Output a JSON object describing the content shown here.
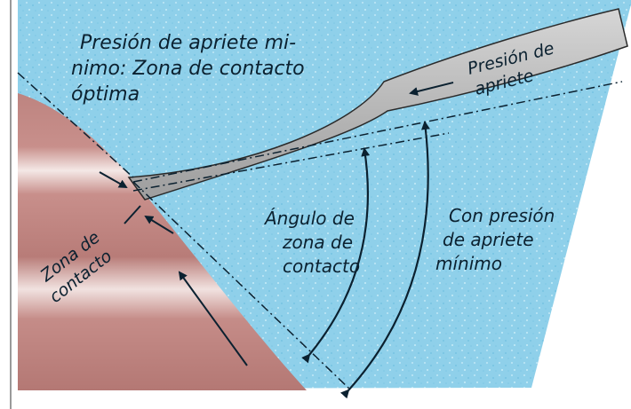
{
  "diagram": {
    "title_lines": [
      "Presión de apriete mi-",
      "nimo: Zona de contacto",
      "óptima"
    ],
    "blade_label_lines": [
      "Presión de",
      "apriete"
    ],
    "angle_label_lines": [
      "Ángulo de",
      "zona de",
      "contacto"
    ],
    "min_pressure_label_lines": [
      "Con presión",
      "de apriete",
      "mínimo"
    ],
    "contact_zone_label_lines": [
      "Zona de",
      "contacto"
    ],
    "colors": {
      "background": "#8fd0ea",
      "roller": "#c48a86",
      "blade": "#bfbfbf",
      "ink": "#0b2130"
    }
  }
}
